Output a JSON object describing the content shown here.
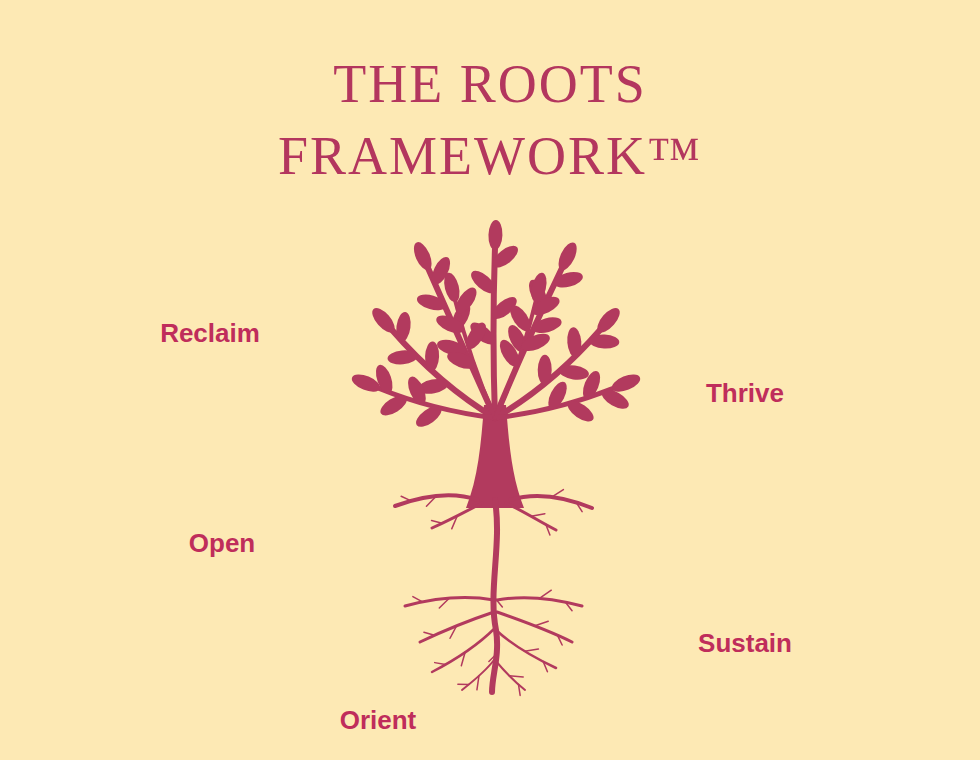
{
  "diagram": {
    "title": "THE ROOTS FRAMEWORK™",
    "labels": [
      "Reclaim",
      "Thrive",
      "Open",
      "Sustain",
      "Orient"
    ]
  }
}
